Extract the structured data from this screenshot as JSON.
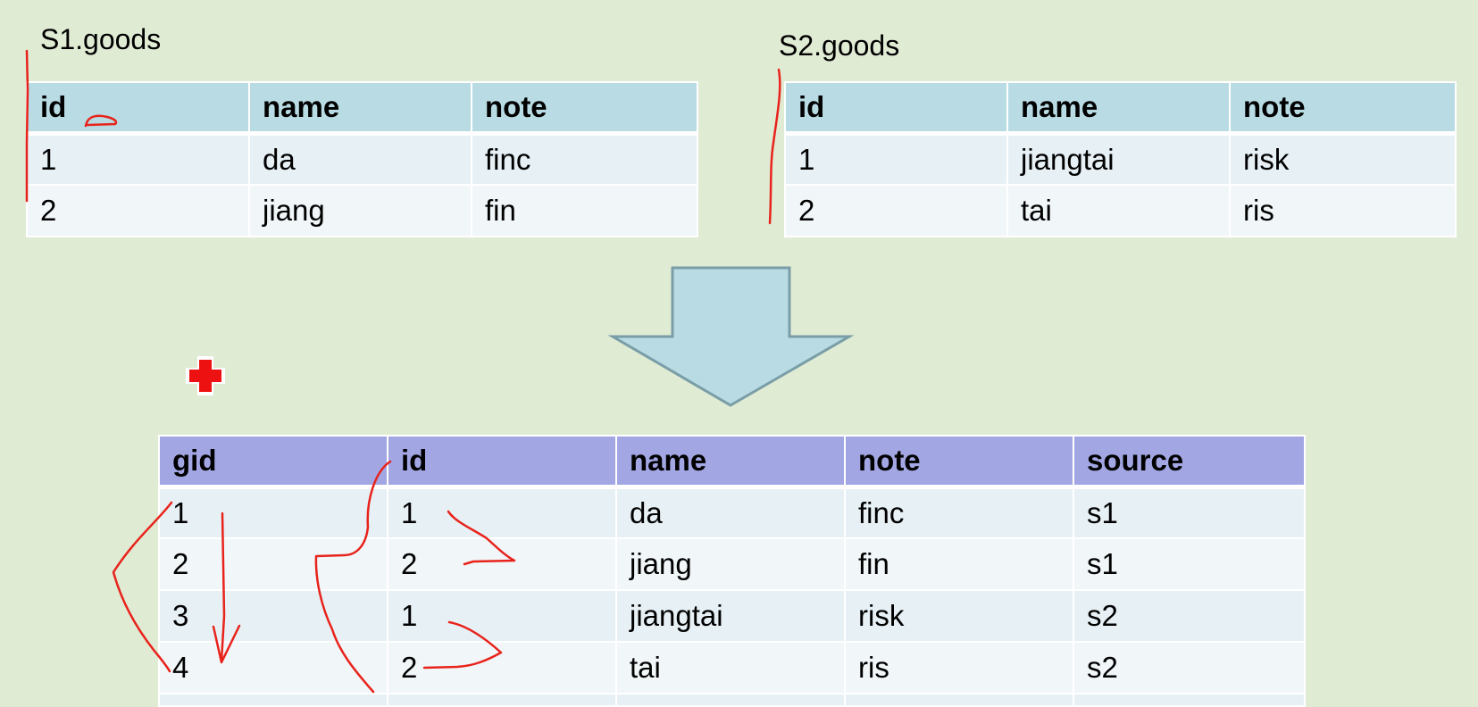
{
  "s1": {
    "title": "S1.goods",
    "headers": [
      "id",
      "name",
      "note"
    ],
    "rows": [
      [
        "1",
        "da",
        "finc"
      ],
      [
        "2",
        "jiang",
        "fin"
      ]
    ]
  },
  "s2": {
    "title": "S2.goods",
    "headers": [
      "id",
      "name",
      "note"
    ],
    "rows": [
      [
        "1",
        "jiangtai",
        "risk"
      ],
      [
        "2",
        "tai",
        "ris"
      ]
    ]
  },
  "result": {
    "headers": [
      "gid",
      "id",
      "name",
      "note",
      "source"
    ],
    "rows": [
      [
        "1",
        "1",
        "da",
        "finc",
        "s1"
      ],
      [
        "2",
        "2",
        "jiang",
        "fin",
        "s1"
      ],
      [
        "3",
        "1",
        "jiangtai",
        "risk",
        "s2"
      ],
      [
        "4",
        "2",
        "tai",
        "ris",
        "s2"
      ]
    ]
  },
  "colors": {
    "background": "#e0ebd4",
    "source_header": "#b9dce4",
    "result_header": "#a2a7e4",
    "gid_highlight": "#00a0f0",
    "arrow_fill": "#b9dce4",
    "arrow_stroke": "#7a9ea7",
    "annotation_ink": "#e8231b",
    "pointer": "#ee1111"
  },
  "icons": {
    "arrow": "down-arrow-icon",
    "pointer": "red-cross-pointer-icon"
  }
}
